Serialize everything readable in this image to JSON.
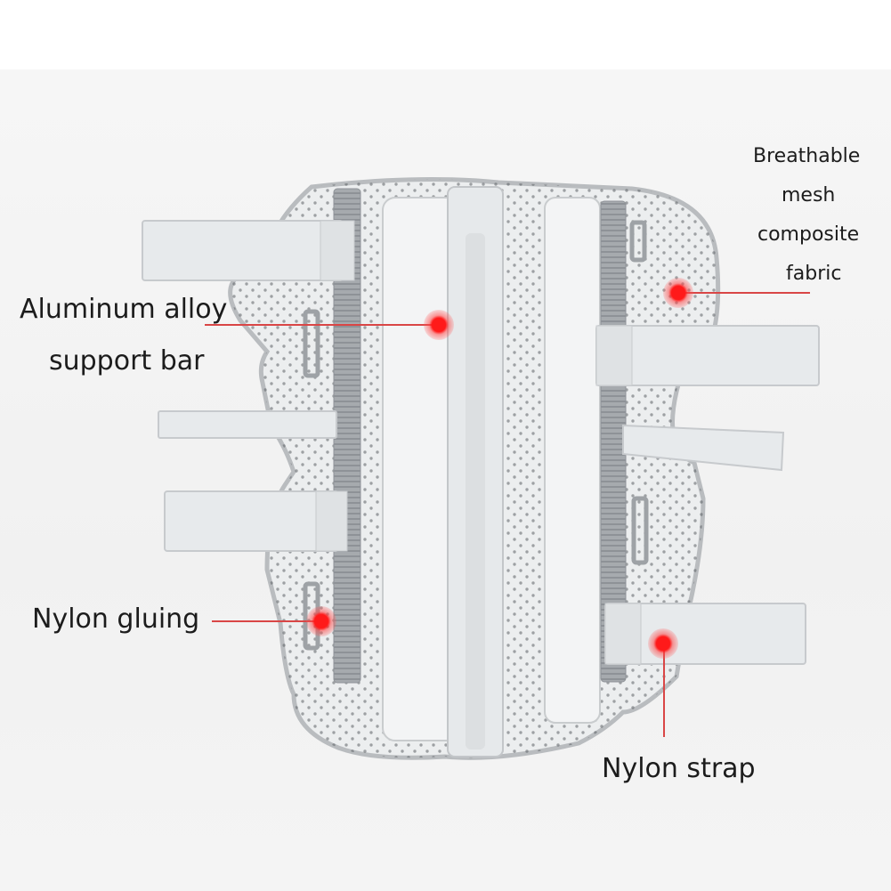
{
  "callouts": {
    "aluminum": {
      "line1": "Aluminum alloy",
      "line2": "support bar"
    },
    "mesh": {
      "line1": "Breathable",
      "line2": "mesh",
      "line3": "composite",
      "line4": "fabric"
    },
    "gluing": {
      "text": "Nylon gluing"
    },
    "strap": {
      "text": "Nylon strap"
    }
  },
  "colors": {
    "pointer": "#d94646",
    "dot": "#ff1a1a",
    "pad": "#eef0f1",
    "strap": "#e9ecee",
    "bar": "#a9adb1"
  }
}
